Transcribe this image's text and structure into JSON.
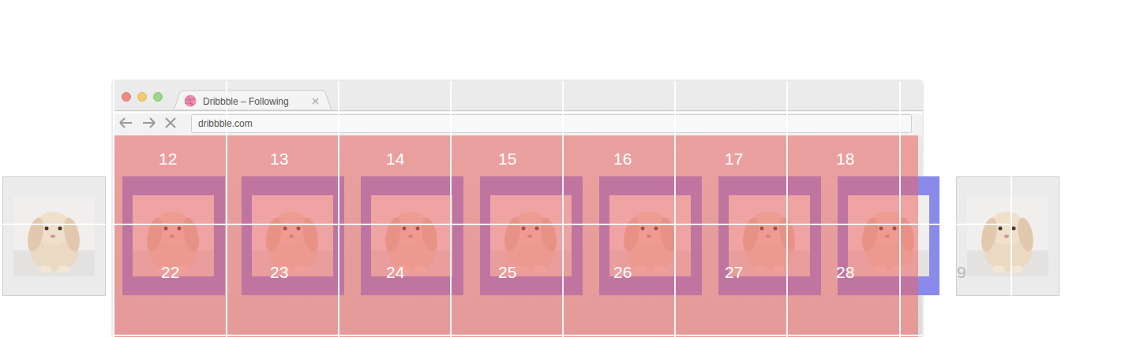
{
  "diagram": {
    "labels": [
      "Dribbble – Following",
      "dribbble.com",
      "12",
      "13",
      "14",
      "15",
      "16",
      "17",
      "18",
      "22",
      "23",
      "24",
      "25",
      "26",
      "27",
      "28",
      "9"
    ]
  }
}
